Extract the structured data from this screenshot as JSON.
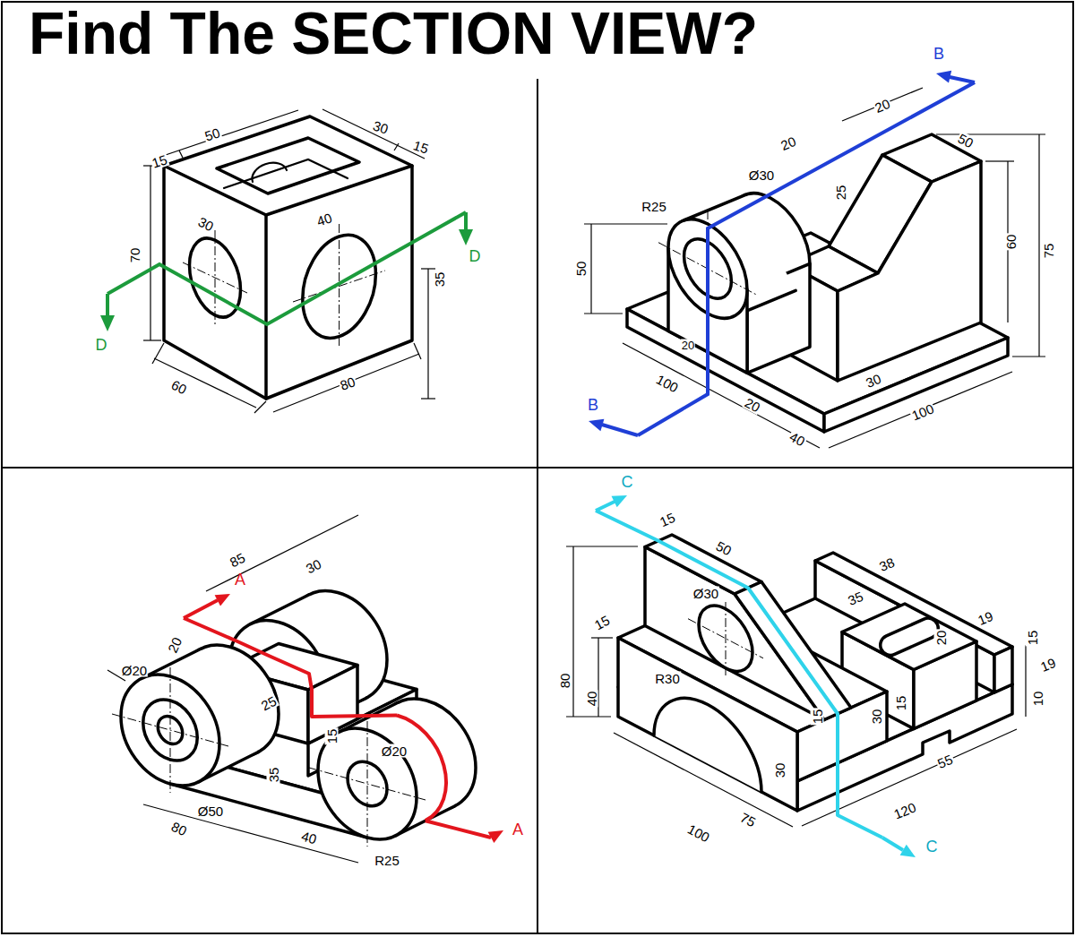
{
  "diagram": {
    "title": "Find The SECTION VIEW?",
    "labels": [
      "15",
      "50",
      "30",
      "15",
      "30",
      "40",
      "70",
      "35",
      "60",
      "80",
      "D",
      "D",
      "20",
      "50",
      "20",
      "25",
      "Ø30",
      "R25",
      "60",
      "75",
      "50",
      "30",
      "100",
      "20",
      "20",
      "40",
      "100",
      "B",
      "B",
      "85",
      "30",
      "A",
      "20",
      "25",
      "Ø20",
      "15",
      "35",
      "Ø50",
      "80",
      "40",
      "Ø20",
      "R25",
      "A",
      "C",
      "15",
      "50",
      "38",
      "35",
      "19",
      "20",
      "15",
      "19",
      "10",
      "Ø30",
      "15",
      "80",
      "40",
      "R30",
      "15",
      "30",
      "30",
      "15",
      "55",
      "100",
      "75",
      "120",
      "C"
    ]
  }
}
